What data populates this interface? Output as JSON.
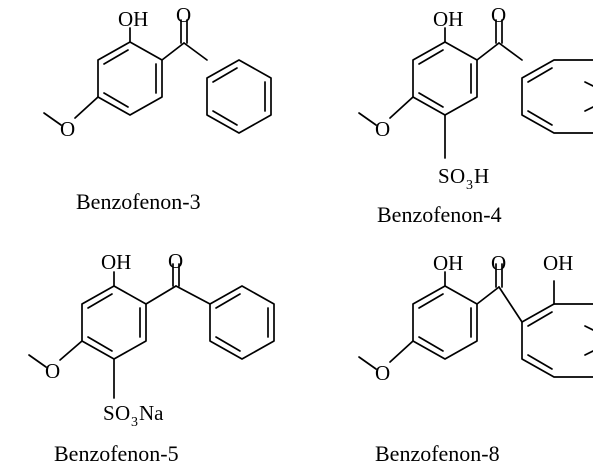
{
  "labels": {
    "oh": "OH",
    "o": "O",
    "s": "S",
    "o3": "O",
    "sub3": "3",
    "h": "H",
    "na": "Na"
  },
  "compounds": [
    {
      "name": "Benzofenon-3"
    },
    {
      "name": "Benzofenon-4"
    },
    {
      "name": "Benzofenon-5"
    },
    {
      "name": "Benzofenon-8"
    }
  ]
}
